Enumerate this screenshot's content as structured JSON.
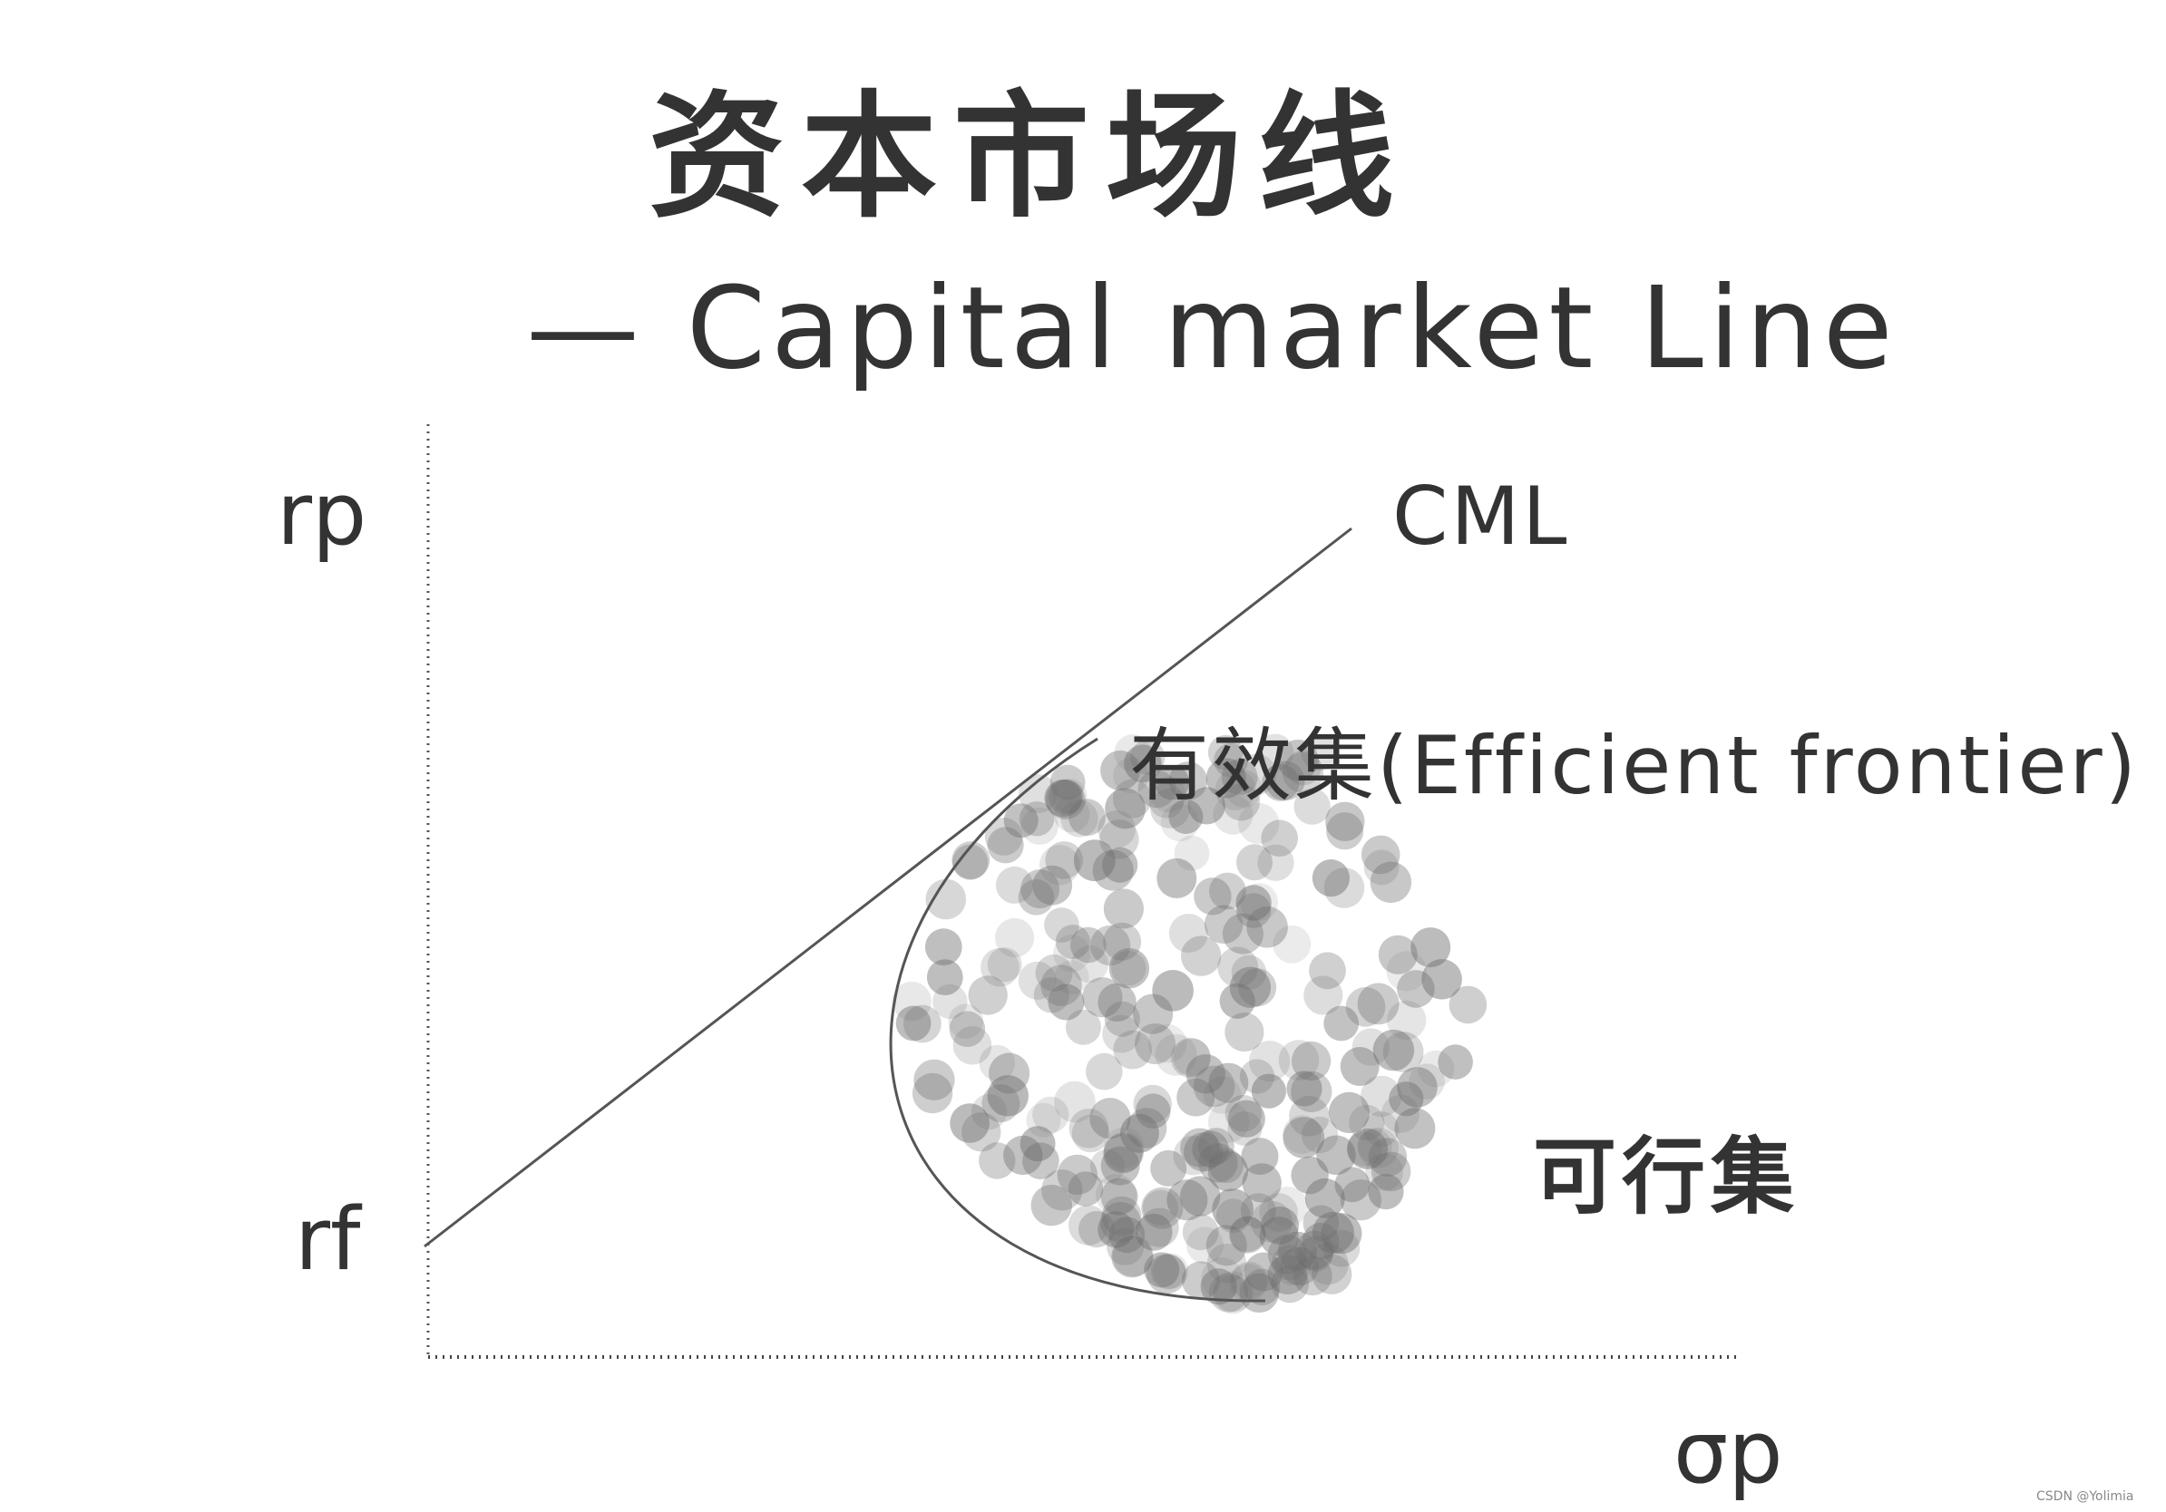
{
  "title": {
    "chinese": "资本市场线",
    "english": "— Capital market Line"
  },
  "axes": {
    "y_label": "rp",
    "x_label": "σp",
    "rf_label": "rf"
  },
  "labels": {
    "cml": "CML",
    "efficient_frontier": "有效集(Efficient frontier)",
    "feasible_set": "可行集"
  },
  "watermark": "CSDN @Yolimia",
  "colors": {
    "ink": "#333333",
    "line": "#555555",
    "dot": "#6e6e6e"
  }
}
